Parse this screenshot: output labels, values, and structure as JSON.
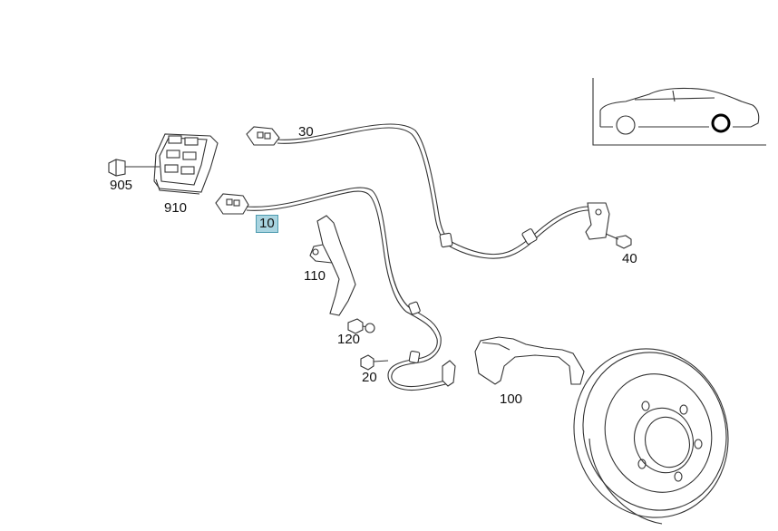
{
  "diagram": {
    "title": "Brake disc and ABS sensor cable parts diagram",
    "highlight_color": "#a9d4e0",
    "parts": [
      {
        "id": "p10",
        "label": "10",
        "highlighted": true
      },
      {
        "id": "p20",
        "label": "20",
        "highlighted": false
      },
      {
        "id": "p30",
        "label": "30",
        "highlighted": false
      },
      {
        "id": "p40",
        "label": "40",
        "highlighted": false
      },
      {
        "id": "p100",
        "label": "100",
        "highlighted": false
      },
      {
        "id": "p110",
        "label": "110",
        "highlighted": false
      },
      {
        "id": "p120",
        "label": "120",
        "highlighted": false
      },
      {
        "id": "p905",
        "label": "905",
        "highlighted": false
      },
      {
        "id": "p910",
        "label": "910",
        "highlighted": false
      }
    ],
    "inset": {
      "description_icon": "car-side-icon",
      "marked_wheel": "front"
    }
  }
}
